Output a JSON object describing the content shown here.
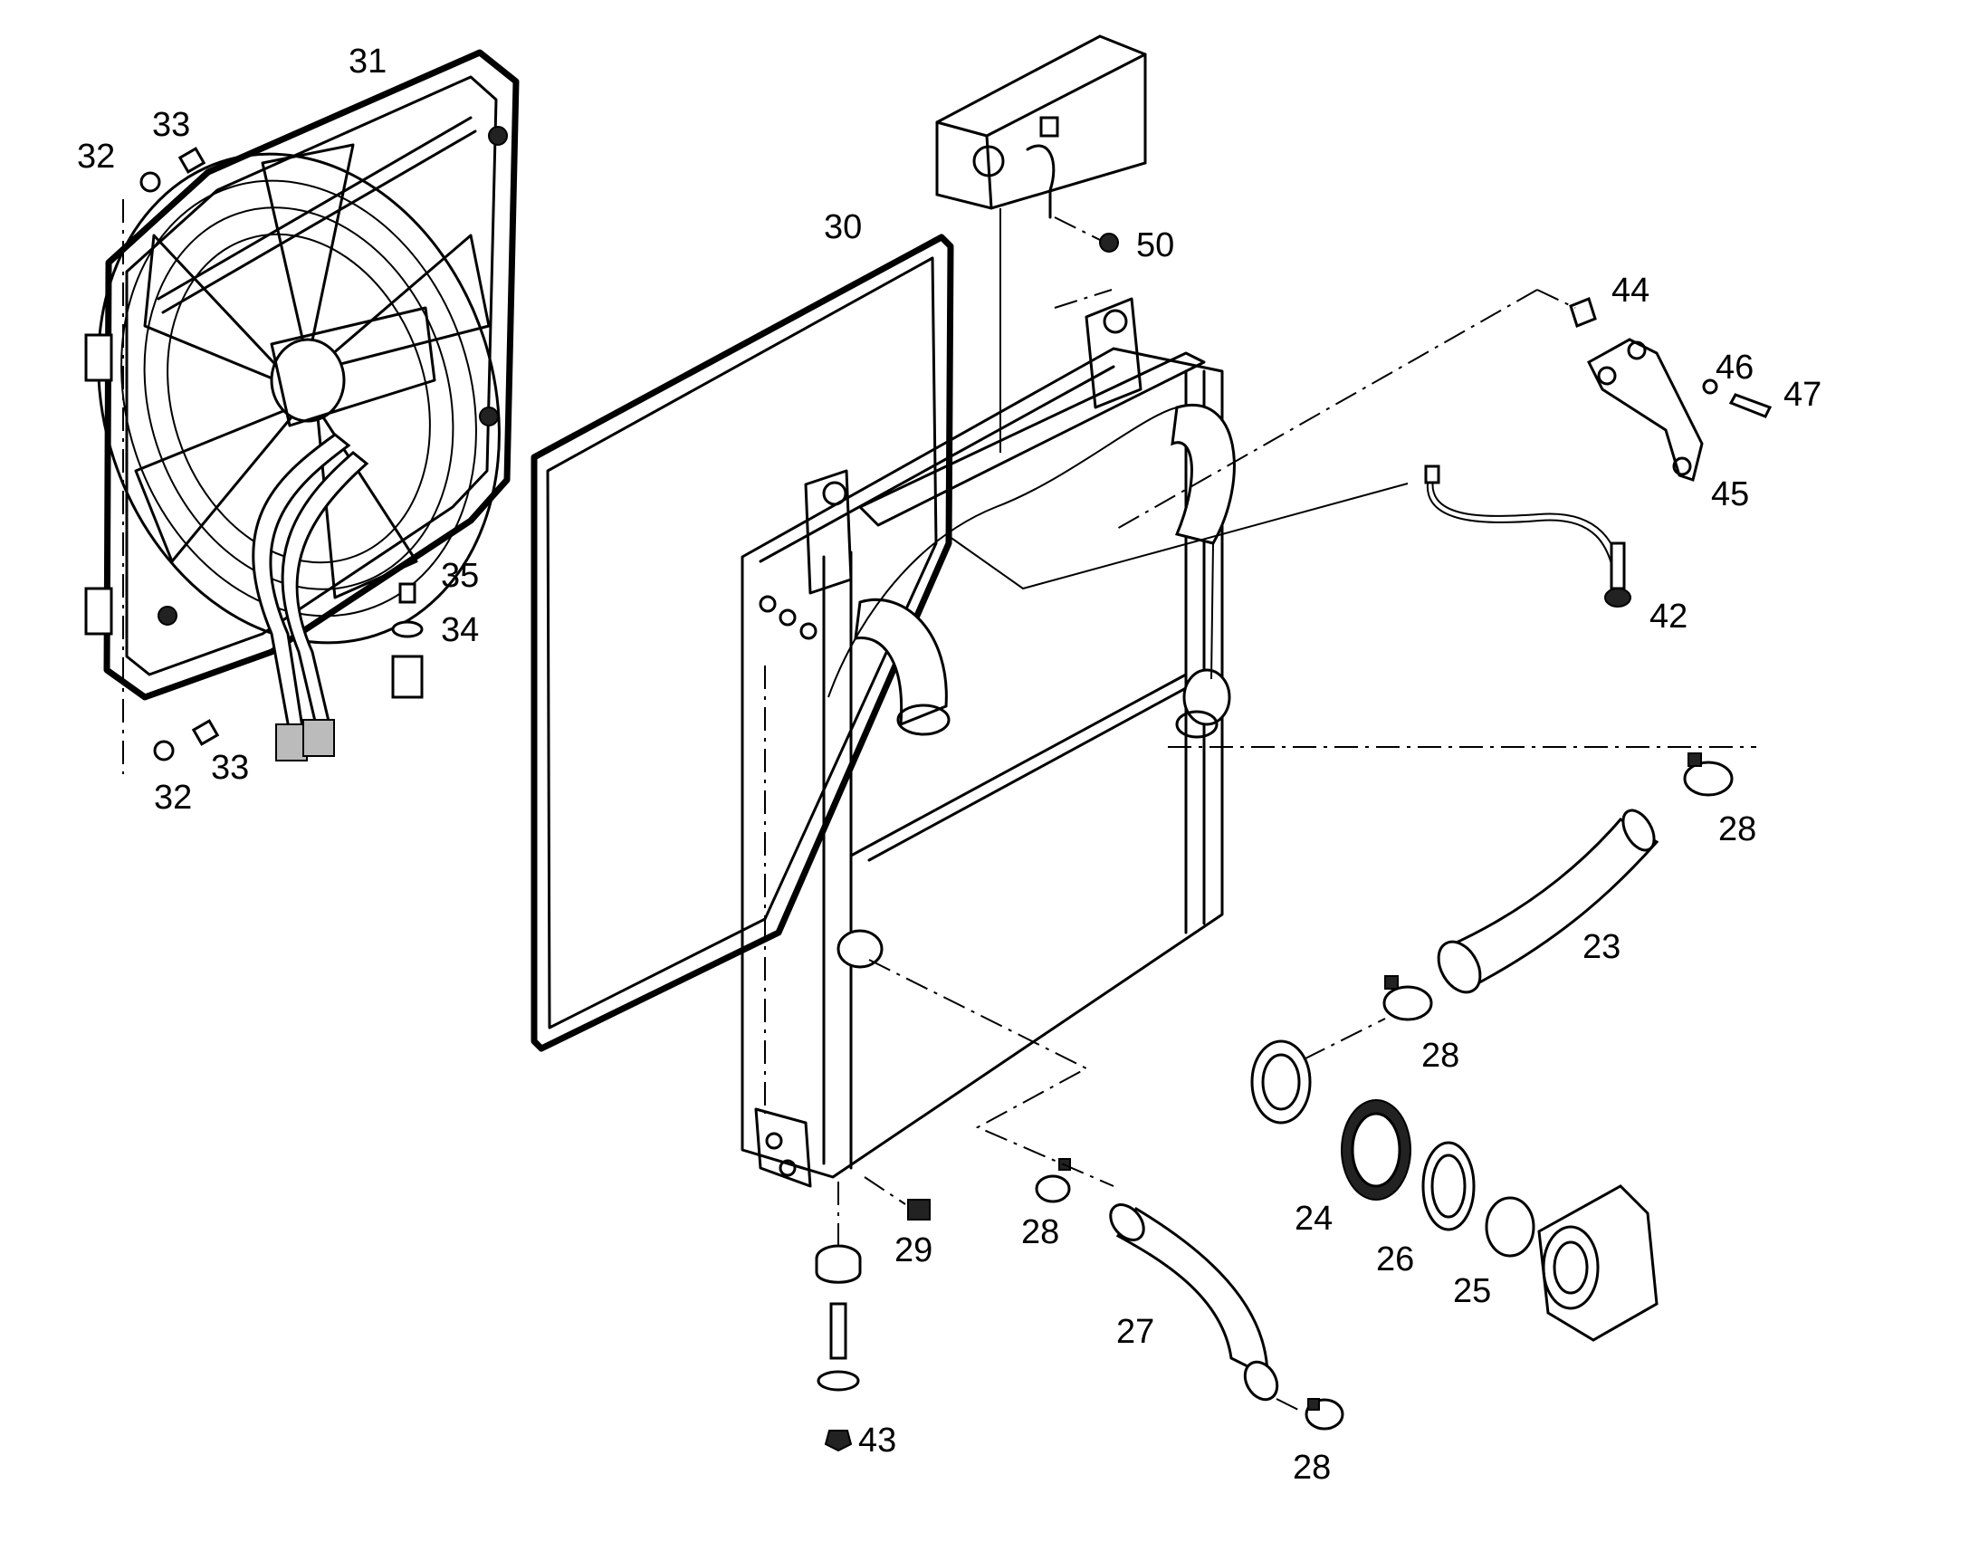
{
  "labels": {
    "p23": "23",
    "p24": "24",
    "p25": "25",
    "p26": "26",
    "p27": "27",
    "p28a": "28",
    "p28b": "28",
    "p28c": "28",
    "p28d": "28",
    "p29": "29",
    "p30": "30",
    "p31": "31",
    "p32a": "32",
    "p32b": "32",
    "p33a": "33",
    "p33b": "33",
    "p34": "34",
    "p35": "35",
    "p42": "42",
    "p43": "43",
    "p44": "44",
    "p45": "45",
    "p46": "46",
    "p47": "47",
    "p50": "50"
  }
}
